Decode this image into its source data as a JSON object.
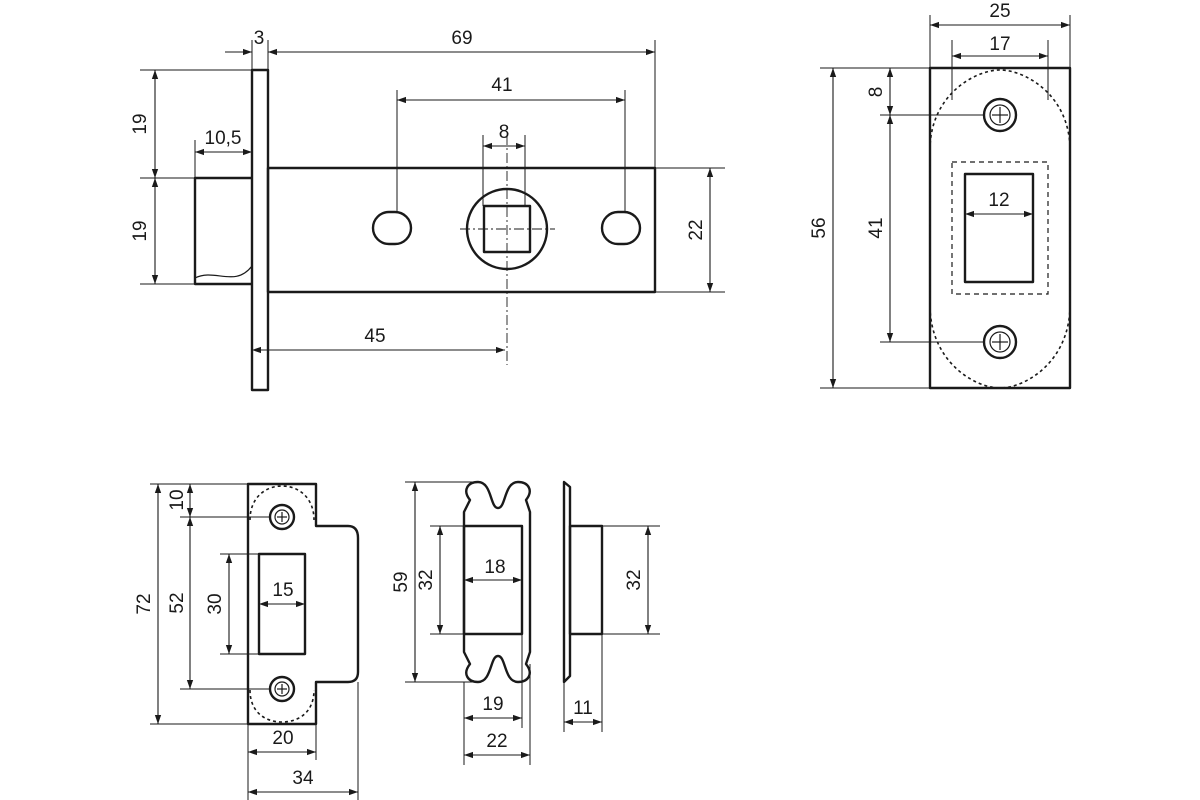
{
  "colors": {
    "line": "#1a1a1a",
    "background": "#ffffff"
  },
  "latch_side_view": {
    "plate_thickness": "3",
    "backset_total": "69",
    "mounting_hole_spacing": "41",
    "spindle_square": "8",
    "upper_height": "19",
    "lower_height": "19",
    "bolt_projection": "10,5",
    "case_height": "22",
    "backset_to_spindle": "45"
  },
  "faceplate_front_view": {
    "width_outer": "25",
    "width_holes": "17",
    "top_to_hole": "8",
    "height_total": "56",
    "hole_spacing": "41",
    "bolt_window_width": "12"
  },
  "strike_plate_view": {
    "top_to_hole": "10",
    "height_total": "72",
    "hole_spacing": "52",
    "opening_height": "30",
    "opening_width": "15",
    "plate_width": "20",
    "total_width": "34"
  },
  "strike_box_front_view": {
    "height_total": "59",
    "pocket_height": "32",
    "pocket_width": "18",
    "inner_width": "19",
    "outer_width": "22"
  },
  "strike_box_side_view": {
    "box_height": "32",
    "depth": "11"
  }
}
